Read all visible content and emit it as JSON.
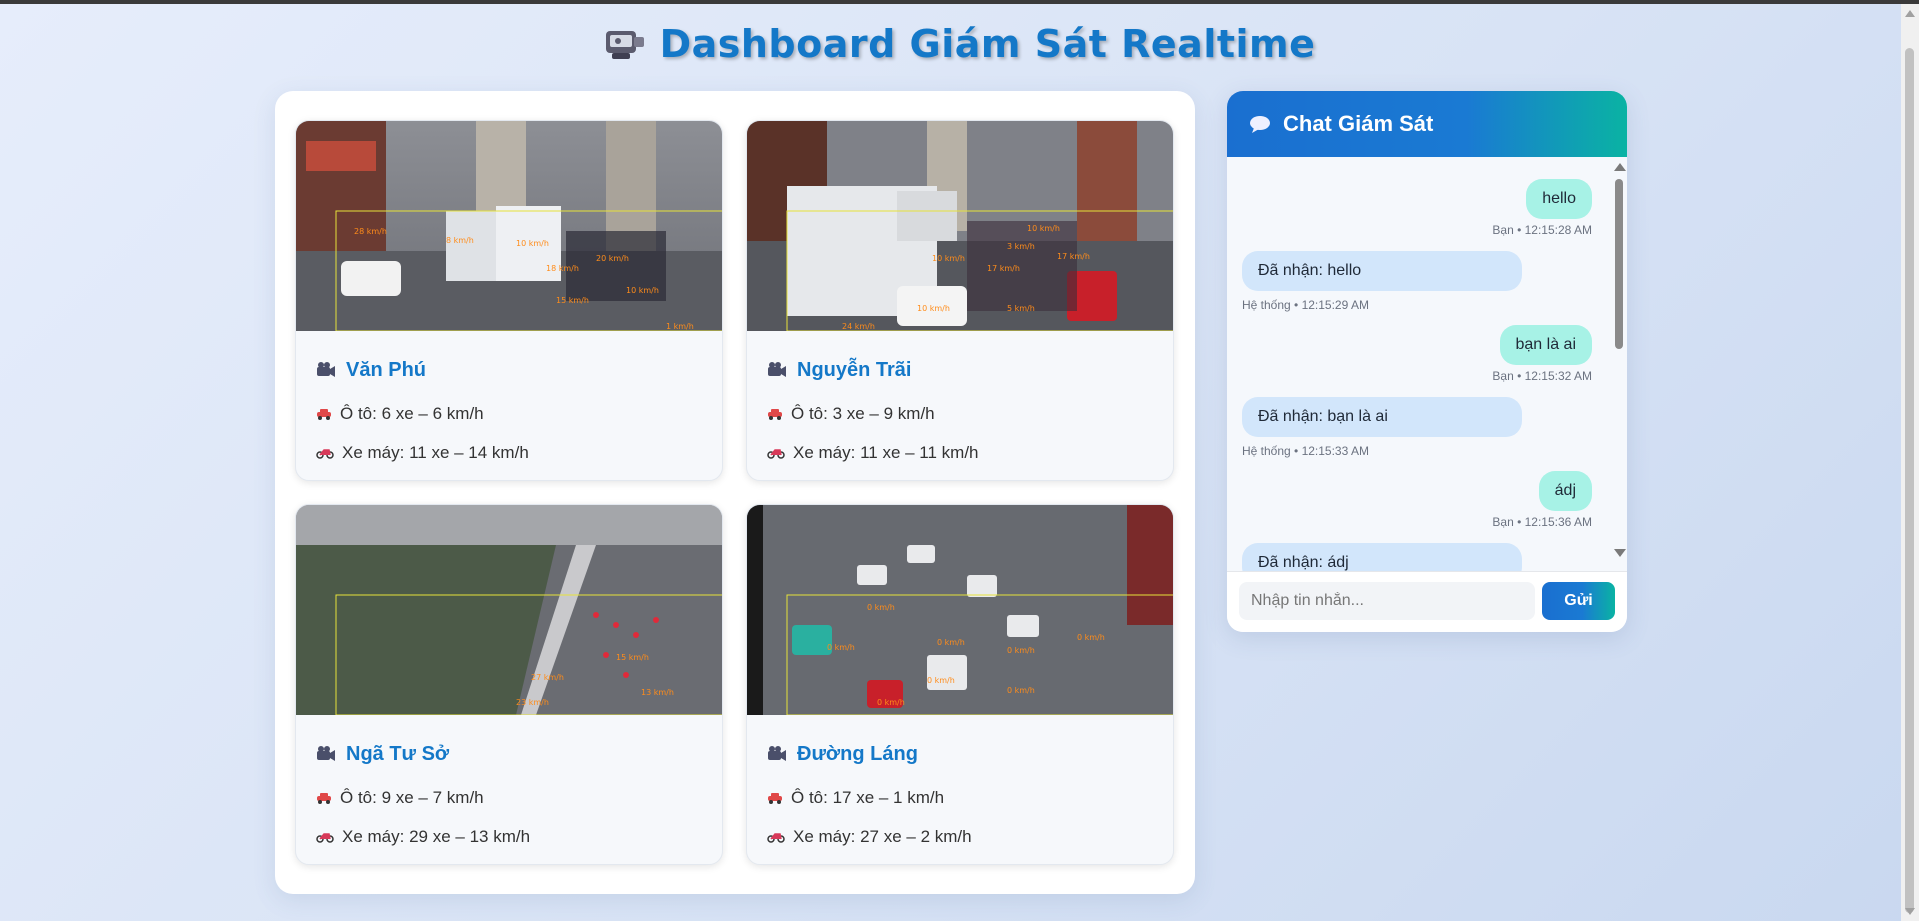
{
  "page": {
    "title": "Dashboard Giám Sát Realtime",
    "title_icon": "video-camera-icon"
  },
  "colors": {
    "accent": "#1478c8",
    "teal": "#0ab3a3",
    "user_bubble": "#a7f2e6",
    "system_bubble": "#d2e6fb"
  },
  "cameras": [
    {
      "name": "Văn Phú",
      "car": "Ô tô: 6 xe – 6 km/h",
      "motorbike": "Xe máy: 11 xe – 14 km/h",
      "scene": "street-with-van"
    },
    {
      "name": "Nguyễn Trãi",
      "car": "Ô tô: 3 xe – 9 km/h",
      "motorbike": "Xe máy: 11 xe – 11 km/h",
      "scene": "street-with-truck"
    },
    {
      "name": "Ngã Tư Sở",
      "car": "Ô tô: 9 xe – 7 km/h",
      "motorbike": "Xe máy: 29 xe – 13 km/h",
      "scene": "aerial-road"
    },
    {
      "name": "Đường Láng",
      "car": "Ô tô: 17 xe – 1 km/h",
      "motorbike": "Xe máy: 27 xe – 2 km/h",
      "scene": "crowded-intersection"
    }
  ],
  "chat": {
    "title": "Chat Giám Sát",
    "icon": "speech-bubble-icon",
    "messages": [
      {
        "from": "user",
        "text": "hello",
        "meta": "Bạn • 12:15:28 AM"
      },
      {
        "from": "system",
        "text": "Đã nhận: hello",
        "meta": "Hệ thống • 12:15:29 AM"
      },
      {
        "from": "user",
        "text": "bạn là ai",
        "meta": "Bạn • 12:15:32 AM"
      },
      {
        "from": "system",
        "text": "Đã nhận: bạn là ai",
        "meta": "Hệ thống • 12:15:33 AM"
      },
      {
        "from": "user",
        "text": "ádj",
        "meta": "Bạn • 12:15:36 AM"
      },
      {
        "from": "system",
        "text": "Đã nhận: ádj",
        "meta": ""
      }
    ],
    "input_placeholder": "Nhập tin nhắn...",
    "input_value": "",
    "send_label": "Gửi"
  }
}
